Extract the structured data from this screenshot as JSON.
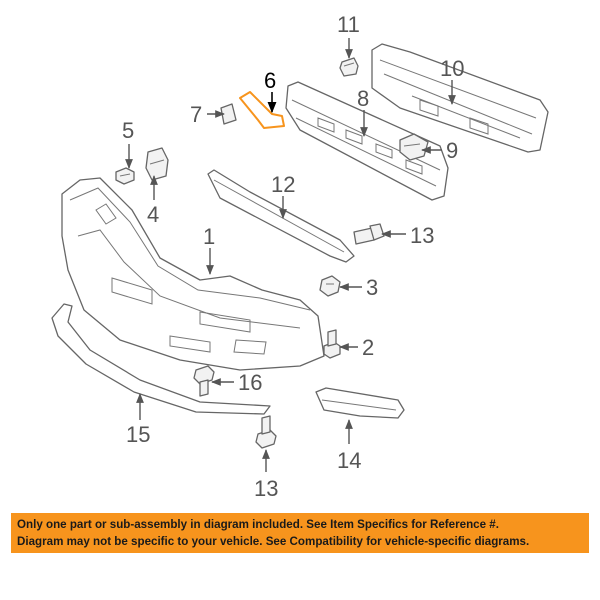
{
  "diagram": {
    "highlight_color": "#f7941d",
    "callouts": {
      "c1": "1",
      "c2": "2",
      "c3": "3",
      "c4": "4",
      "c5": "5",
      "c6": "6",
      "c7": "7",
      "c8": "8",
      "c9": "9",
      "c10": "10",
      "c11": "11",
      "c12": "12",
      "c13a": "13",
      "c13b": "13",
      "c14": "14",
      "c15": "15",
      "c16": "16"
    }
  },
  "notice": {
    "line1": "Only one part or sub-assembly in diagram included. See Item Specifics for Reference #.",
    "line2": "Diagram may not be specific to your vehicle. See Compatibility for vehicle-specific diagrams.",
    "background": "#f7941d"
  }
}
